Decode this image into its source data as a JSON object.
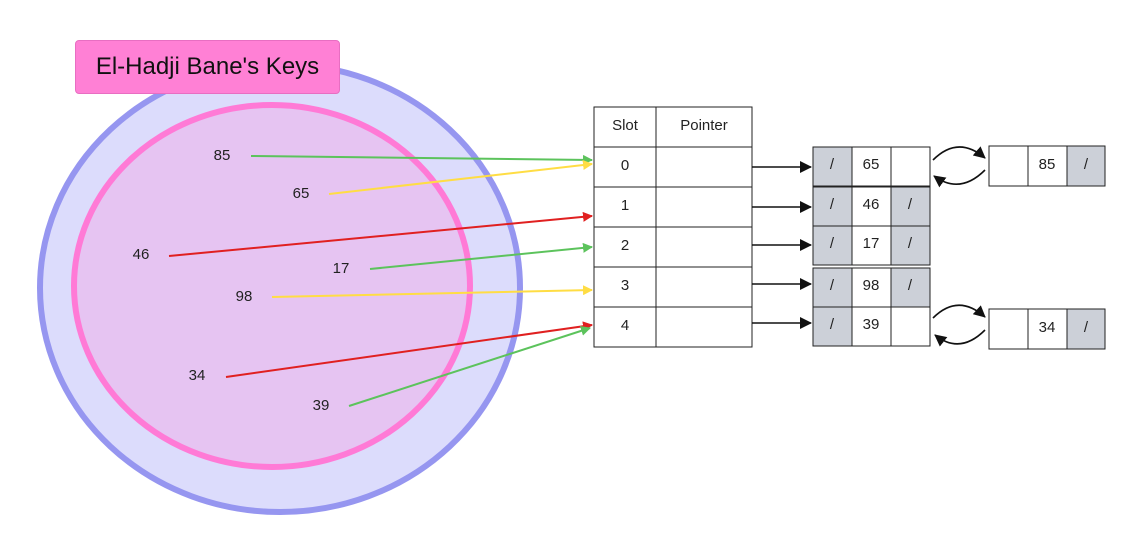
{
  "title": "El-Hadji Bane's Keys",
  "colors": {
    "outer_fill": "#dcdcfc",
    "outer_stroke": "#9696f0",
    "inner_fill": "#e6c4f2",
    "inner_stroke": "#ff7ad6",
    "title_fill": "#ff80d5",
    "cell_gray": "#ccd0d8",
    "arrow_green": "#5cc35c",
    "arrow_yellow": "#ffdd44",
    "arrow_red": "#e02020"
  },
  "keys": [
    {
      "value": "85",
      "slot": 0,
      "color": "#5cc35c"
    },
    {
      "value": "65",
      "slot": 0,
      "color": "#ffdd44"
    },
    {
      "value": "46",
      "slot": 1,
      "color": "#e02020"
    },
    {
      "value": "17",
      "slot": 2,
      "color": "#5cc35c"
    },
    {
      "value": "98",
      "slot": 3,
      "color": "#ffdd44"
    },
    {
      "value": "34",
      "slot": 4,
      "color": "#e02020"
    },
    {
      "value": "39",
      "slot": 4,
      "color": "#5cc35c"
    }
  ],
  "table": {
    "headers": [
      "Slot",
      "Pointer"
    ],
    "slots": [
      "0",
      "1",
      "2",
      "3",
      "4"
    ]
  },
  "nodes": [
    {
      "prev": "/",
      "key": "65",
      "next": ""
    },
    {
      "prev": "/",
      "key": "46",
      "next": "/"
    },
    {
      "prev": "/",
      "key": "17",
      "next": "/"
    },
    {
      "prev": "/",
      "key": "98",
      "next": "/"
    },
    {
      "prev": "/",
      "key": "39",
      "next": ""
    }
  ],
  "chained_nodes": [
    {
      "prev": "",
      "key": "85",
      "next": "/"
    },
    {
      "prev": "",
      "key": "34",
      "next": "/"
    }
  ]
}
